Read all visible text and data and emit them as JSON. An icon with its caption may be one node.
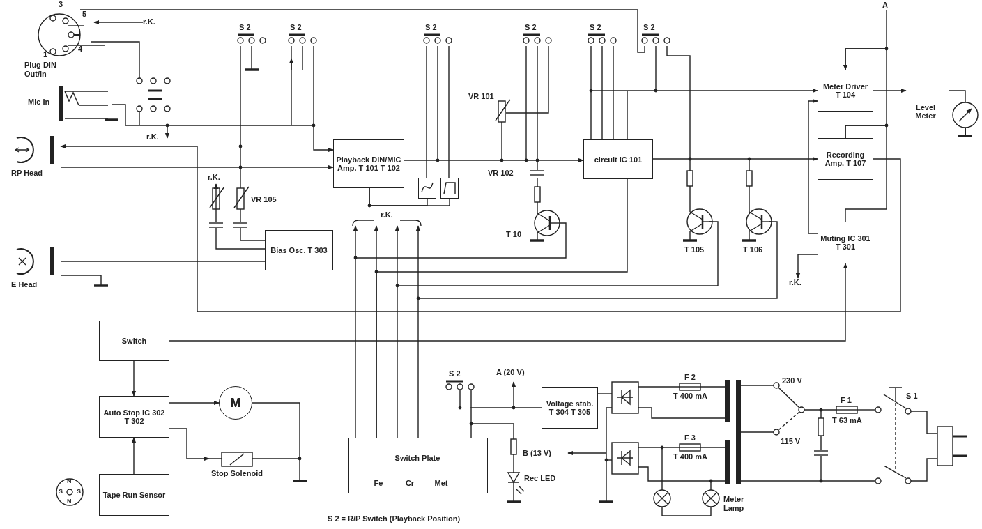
{
  "diagram": {
    "caption": "S 2 = R/P Switch (Playback Position)",
    "nodes": [
      {
        "text": [
          "Plug DIN Out/In"
        ]
      },
      {
        "text": [
          "Mic In"
        ]
      },
      {
        "text": [
          "RP Head"
        ]
      },
      {
        "text": [
          "E Head"
        ]
      },
      {
        "text": [
          "Playback DIN/MIC Amp. T 101 T 102"
        ]
      },
      {
        "text": [
          "Bias Osc. T 303"
        ]
      },
      {
        "text": [
          "circuit IC 101"
        ]
      },
      {
        "text": [
          "Meter Driver T 104"
        ]
      },
      {
        "text": [
          "Recording Amp. T 107"
        ]
      },
      {
        "text": [
          "Muting IC 301 T 301"
        ]
      },
      {
        "text": [
          "Level Meter"
        ]
      },
      {
        "text": [
          "Switch"
        ]
      },
      {
        "text": [
          "Auto Stop IC 302 T 302"
        ]
      },
      {
        "text": [
          "Tape Run Sensor"
        ]
      },
      {
        "text": [
          "M"
        ]
      },
      {
        "text": [
          "Stop Solenoid"
        ]
      },
      {
        "text": [
          "Switch Plate",
          "Fe",
          "Cr",
          "Met"
        ]
      },
      {
        "text": [
          "Voltage stab. T 304 T 305"
        ]
      },
      {
        "text": [
          "r.K."
        ]
      },
      {
        "text": [
          "r.K."
        ]
      },
      {
        "text": [
          "r.K."
        ]
      },
      {
        "text": [
          "A"
        ]
      },
      {
        "text": [],
        "shape": "box"
      },
      {
        "text": [],
        "shape": "box"
      }
    ],
    "edges": [
      {
        "from": 1,
        "to": 4,
        "arrow": "to"
      },
      {
        "from": 2,
        "to": 4,
        "arrow": "to"
      },
      {
        "from": 4,
        "to": 6,
        "arrow": "to"
      },
      {
        "from": 5,
        "to": 3,
        "arrow": "none"
      },
      {
        "from": 6,
        "to": 7,
        "arrow": "to"
      },
      {
        "from": 6,
        "to": 8,
        "arrow": "to"
      },
      {
        "from": 7,
        "to": 10,
        "arrow": "to"
      },
      {
        "from": 9,
        "to": 7,
        "arrow": "to"
      },
      {
        "from": 8,
        "to": 2,
        "arrow": "to"
      },
      {
        "from": 11,
        "to": 9,
        "arrow": "to"
      },
      {
        "from": 11,
        "to": 12,
        "arrow": "to"
      },
      {
        "from": 13,
        "to": 12,
        "arrow": "to"
      },
      {
        "from": 12,
        "to": 14,
        "arrow": "to"
      },
      {
        "from": 12,
        "to": 15,
        "arrow": "to"
      },
      {
        "from": 17,
        "to": 16,
        "arrow": "none"
      },
      {
        "from": 16,
        "to": 19,
        "arrow": "to"
      },
      {
        "from": 16,
        "to": 19,
        "arrow": "to"
      },
      {
        "from": 16,
        "to": 19,
        "arrow": "to"
      },
      {
        "from": 16,
        "to": 19,
        "arrow": "to"
      },
      {
        "from": 18,
        "to": 0,
        "arrow": "to"
      },
      {
        "from": 9,
        "to": 20,
        "arrow": "to"
      },
      {
        "from": 6,
        "to": 16,
        "arrow": "none"
      },
      {
        "from": 4,
        "to": 22,
        "arrow": "none"
      },
      {
        "from": 4,
        "to": 23,
        "arrow": "none"
      },
      {
        "from": 21,
        "to": 7,
        "arrow": "to"
      },
      {
        "from": 7,
        "to": 8,
        "arrow": "none"
      },
      {
        "from": 8,
        "to": 9,
        "arrow": "none"
      },
      {
        "from": 14,
        "to": 15,
        "arrow": "none"
      }
    ],
    "labels": [
      "3",
      "5",
      "4",
      "1",
      "S 2",
      "S 2",
      "S 2",
      "S 2",
      "S 2",
      "S 2",
      "r.K.",
      "VR 101",
      "VR 102",
      "r.K.",
      "VR 105",
      "T 10",
      "T 105",
      "T 106",
      "S 2",
      "A (20 V)",
      "F 2",
      "T 400 mA",
      "230 V",
      "F 1",
      "S 1",
      "T 63 mA",
      "115 V",
      "F 3",
      "B (13 V)",
      "T 400 mA",
      "N",
      "S",
      "S",
      "N",
      "Rec LED",
      "Meter Lamp"
    ]
  }
}
